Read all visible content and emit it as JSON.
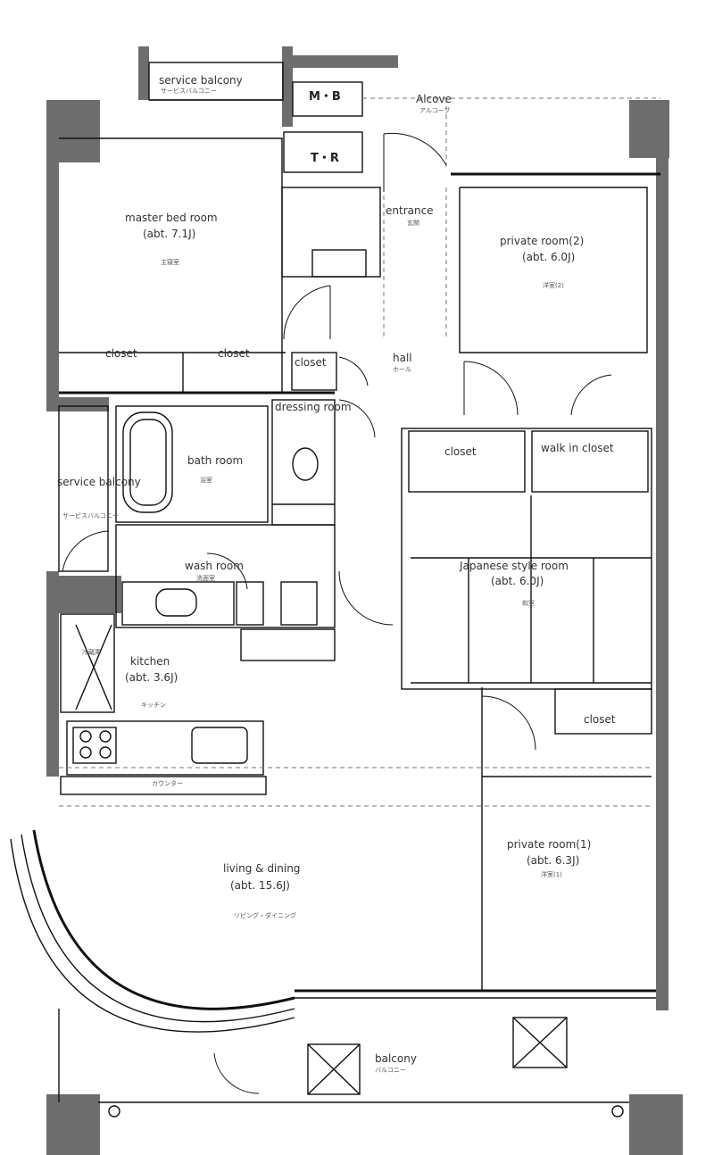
{
  "rooms": {
    "service_balcony_top": {
      "en": "service balcony",
      "jp": "サービスバルコニー"
    },
    "mb": {
      "en": "M・B"
    },
    "tr": {
      "en": "T・R"
    },
    "alcove": {
      "en": "Alcove",
      "jp": "アルコーブ"
    },
    "master_bedroom": {
      "en": "master bed room",
      "area": "(abt. 7.1J)",
      "jp": "主寝室"
    },
    "entrance": {
      "en": "entrance",
      "jp": "玄関"
    },
    "private_room_2": {
      "en": "private room(2)",
      "area": "(abt. 6.0J)",
      "jp": "洋室(2)"
    },
    "closet_left": {
      "en": "closet"
    },
    "closet_mid": {
      "en": "closet"
    },
    "closet_hall": {
      "en": "closet"
    },
    "hall": {
      "en": "hall",
      "jp": "ホール"
    },
    "dressing_room": {
      "en": "dressing room"
    },
    "bath_room": {
      "en": "bath room",
      "jp": "浴室"
    },
    "service_balcony_left": {
      "en": "service balcony",
      "jp": "サービスバルコニー"
    },
    "closet_jr": {
      "en": "closet"
    },
    "walk_in_closet": {
      "en": "walk in closet"
    },
    "wash_room": {
      "en": "wash room",
      "jp": "洗面室"
    },
    "japanese_room": {
      "en": "Japanese style room",
      "area": "(abt. 6.0J)",
      "jp": "和室"
    },
    "kitchen": {
      "en": "kitchen",
      "area": "(abt. 3.6J)",
      "jp": "キッチン"
    },
    "closet_p1": {
      "en": "closet"
    },
    "living_dining": {
      "en": "living & dining",
      "area": "(abt. 15.6J)",
      "jp": "リビング・ダイニング"
    },
    "private_room_1": {
      "en": "private room(1)",
      "area": "(abt. 6.3J)",
      "jp": "洋室(1)"
    },
    "balcony": {
      "en": "balcony",
      "jp": "バルコニー"
    }
  },
  "labels": {
    "fridge": "冷蔵庫",
    "counter": "カウンター"
  }
}
